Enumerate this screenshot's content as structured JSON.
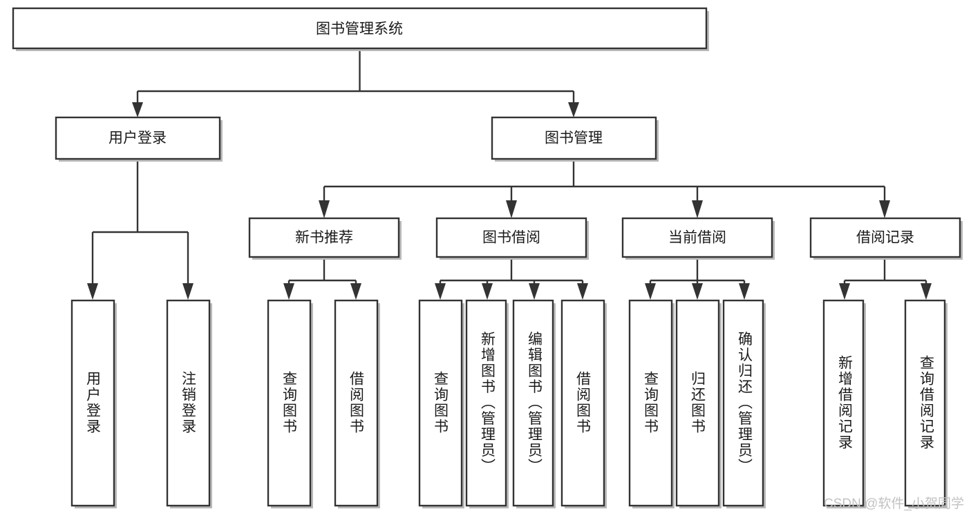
{
  "diagram": {
    "type": "tree-hierarchy",
    "title": "图书管理系统",
    "background_color": "#ffffff",
    "box_fill": "#ffffff",
    "box_stroke": "#333333",
    "text_color": "#1a1a1a",
    "levels": [
      {
        "level": 1,
        "nodes": [
          {
            "id": "root",
            "label": "图书管理系统",
            "orientation": "horizontal"
          }
        ]
      },
      {
        "level": 2,
        "nodes": [
          {
            "id": "user-login",
            "label": "用户登录",
            "orientation": "horizontal",
            "parent": "root"
          },
          {
            "id": "book-manage",
            "label": "图书管理",
            "orientation": "horizontal",
            "parent": "root"
          }
        ]
      },
      {
        "level": 3,
        "nodes": [
          {
            "id": "new-book-rec",
            "label": "新书推荐",
            "orientation": "horizontal",
            "parent": "book-manage"
          },
          {
            "id": "book-borrow",
            "label": "图书借阅",
            "orientation": "horizontal",
            "parent": "book-manage"
          },
          {
            "id": "current-borrow",
            "label": "当前借阅",
            "orientation": "horizontal",
            "parent": "book-manage"
          },
          {
            "id": "borrow-record",
            "label": "借阅记录",
            "orientation": "horizontal",
            "parent": "book-manage"
          }
        ]
      },
      {
        "level": 4,
        "nodes": [
          {
            "id": "leaf-user-login",
            "label": "用户登录",
            "orientation": "vertical",
            "parent": "user-login"
          },
          {
            "id": "leaf-logout-login",
            "label": "注销登录",
            "orientation": "vertical",
            "parent": "user-login"
          },
          {
            "id": "leaf-query-book-1",
            "label": "查询图书",
            "orientation": "vertical",
            "parent": "new-book-rec"
          },
          {
            "id": "leaf-borrow-book-1",
            "label": "借阅图书",
            "orientation": "vertical",
            "parent": "new-book-rec"
          },
          {
            "id": "leaf-query-book-2",
            "label": "查询图书",
            "orientation": "vertical",
            "parent": "book-borrow"
          },
          {
            "id": "leaf-add-book",
            "label": "新增图书（管理员）",
            "orientation": "vertical",
            "parent": "book-borrow"
          },
          {
            "id": "leaf-edit-book",
            "label": "编辑图书（管理员）",
            "orientation": "vertical",
            "parent": "book-borrow"
          },
          {
            "id": "leaf-borrow-book-2",
            "label": "借阅图书",
            "orientation": "vertical",
            "parent": "book-borrow"
          },
          {
            "id": "leaf-query-book-3",
            "label": "查询图书",
            "orientation": "vertical",
            "parent": "current-borrow"
          },
          {
            "id": "leaf-return-book",
            "label": "归还图书",
            "orientation": "vertical",
            "parent": "current-borrow"
          },
          {
            "id": "leaf-confirm-return",
            "label": "确认归还（管理员）",
            "orientation": "vertical",
            "parent": "current-borrow"
          },
          {
            "id": "leaf-add-record",
            "label": "新增借阅记录",
            "orientation": "vertical",
            "parent": "borrow-record"
          },
          {
            "id": "leaf-query-record",
            "label": "查询借阅记录",
            "orientation": "vertical",
            "parent": "borrow-record"
          }
        ]
      }
    ]
  },
  "watermark": {
    "text": "CSDN @软件_小贺同学",
    "color": "#c2c2c2"
  }
}
